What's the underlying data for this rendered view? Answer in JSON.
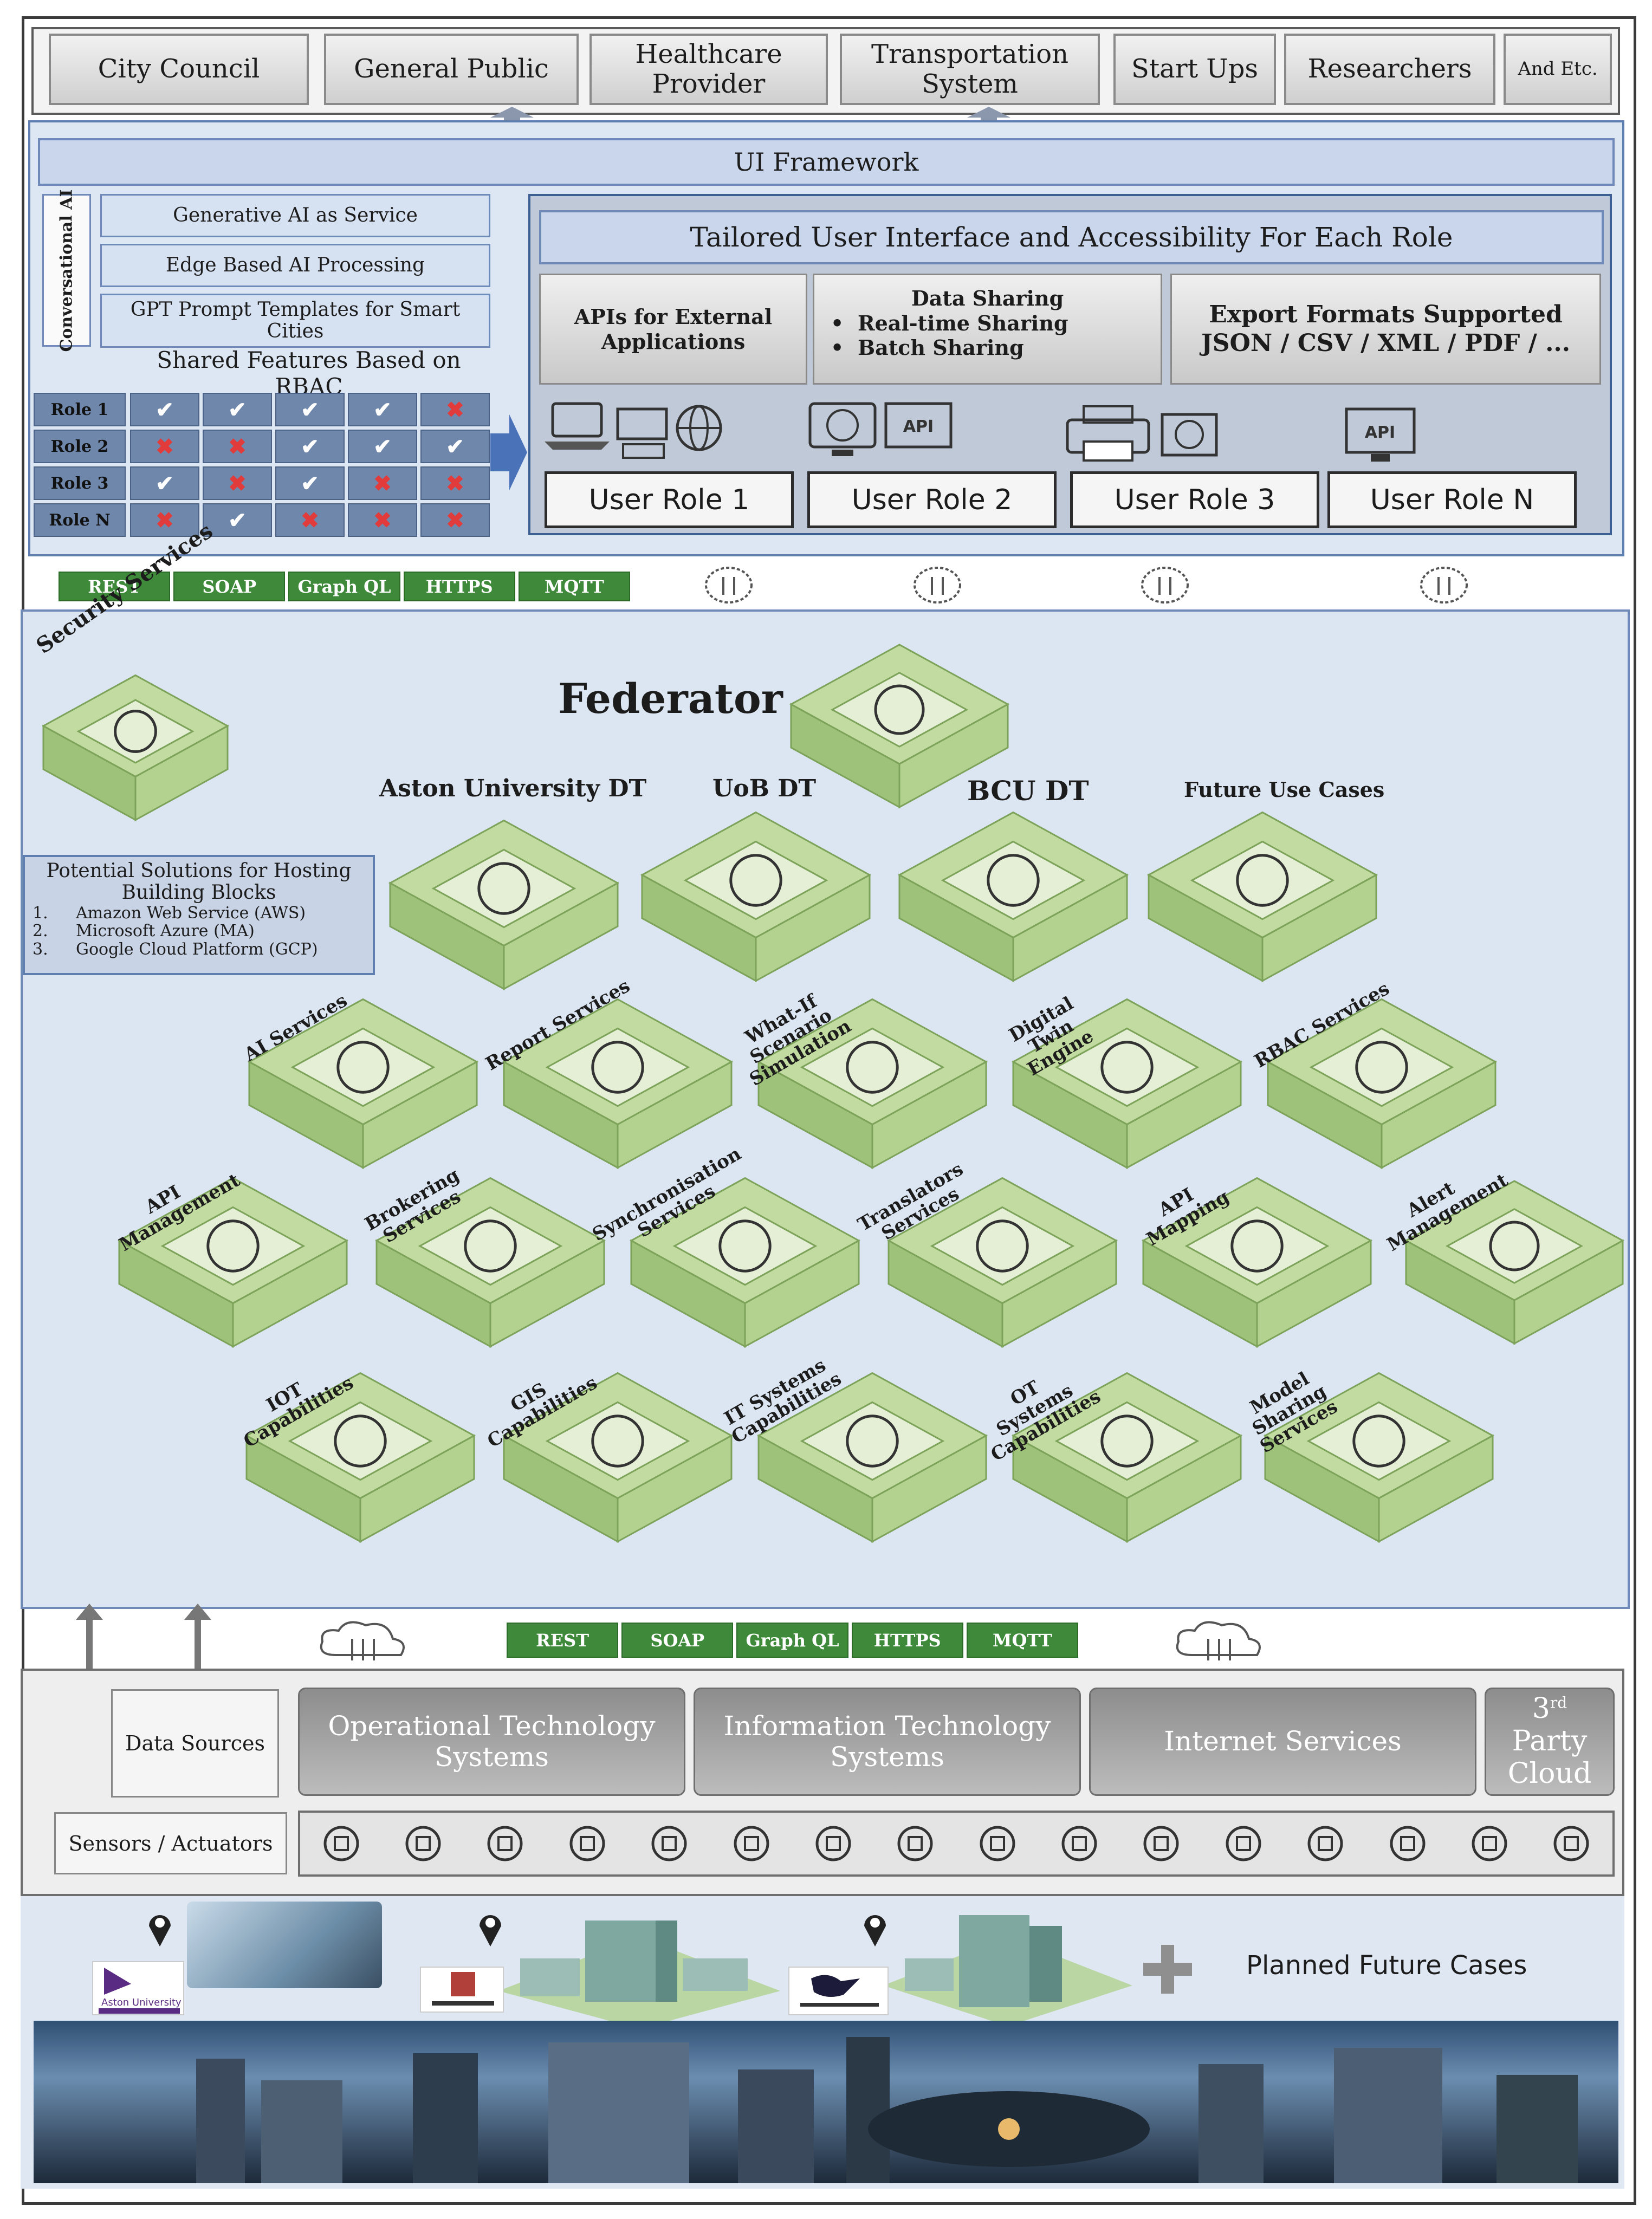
{
  "stakeholders": [
    "City Council",
    "General Public",
    "Healthcare Provider",
    "Transportation System",
    "Start Ups",
    "Researchers",
    "And Etc."
  ],
  "ui_framework": {
    "title": "UI Framework",
    "conversational_ai_label": "Conversational AI",
    "ai_items": [
      "Generative AI as Service",
      "Edge Based AI Processing",
      "GPT Prompt Templates for Smart Cities"
    ],
    "rbac_title": "Shared Features Based on RBAC",
    "rbac_rows": [
      {
        "role": "Role 1",
        "cells": [
          "check",
          "check",
          "check",
          "check",
          "cross"
        ]
      },
      {
        "role": "Role 2",
        "cells": [
          "cross",
          "cross",
          "check",
          "check",
          "check"
        ]
      },
      {
        "role": "Role 3",
        "cells": [
          "check",
          "cross",
          "check",
          "cross",
          "cross"
        ]
      },
      {
        "role": "Role N",
        "cells": [
          "cross",
          "check",
          "cross",
          "cross",
          "cross"
        ]
      }
    ],
    "tailored_title": "Tailored User Interface and Accessibility For Each Role",
    "apis_external": "APIs for External Applications",
    "data_sharing": {
      "title": "Data Sharing",
      "items": [
        "Real-time Sharing",
        "Batch Sharing"
      ]
    },
    "export_formats": "Export Formats Supported JSON / CSV / XML / PDF / ...",
    "user_roles": [
      "User Role 1",
      "User Role 2",
      "User Role 3",
      "User Role N"
    ]
  },
  "protocols": [
    "REST",
    "SOAP",
    "Graph QL",
    "HTTPS",
    "MQTT"
  ],
  "federator": {
    "title": "Federator",
    "security_services": "Security Services",
    "dt_labels": [
      "Aston University DT",
      "UoB DT",
      "BCU DT",
      "Future Use Cases"
    ],
    "hosting": {
      "title": "Potential Solutions for Hosting Building Blocks",
      "items": [
        "Amazon Web Service (AWS)",
        "Microsoft Azure (MA)",
        "Google Cloud Platform (GCP)"
      ]
    },
    "services_row1": [
      "AI Services",
      "Report Services",
      "What-If Scenario Simulation",
      "Digital Twin Engine",
      "RBAC Services"
    ],
    "services_row2": [
      "API Management",
      "Brokering Services",
      "Synchronisation Services",
      "Translators Services",
      "API Mapping",
      "Alert Management"
    ],
    "services_row3": [
      "IOT Capabilities",
      "GIS Capabilities",
      "IT Systems Capabilities",
      "OT Systems Capabilities",
      "Model Sharing Services"
    ]
  },
  "data_layer": {
    "data_sources": "Data Sources",
    "sensors": "Sensors / Actuators",
    "sources": [
      "Operational Technology Systems",
      "Information Technology Systems",
      "Internet Services"
    ],
    "third_party": {
      "sup": "rd",
      "num": "3",
      "rest": "Party Cloud"
    }
  },
  "bottom": {
    "planned": "Planned Future Cases",
    "aston_logo": "Aston University"
  },
  "colors": {
    "tile_green": "#c2dba0",
    "tile_dark": "#9fc27a",
    "federator_bg": "#dce6f2",
    "protocol_green": "#3f8a3a"
  }
}
